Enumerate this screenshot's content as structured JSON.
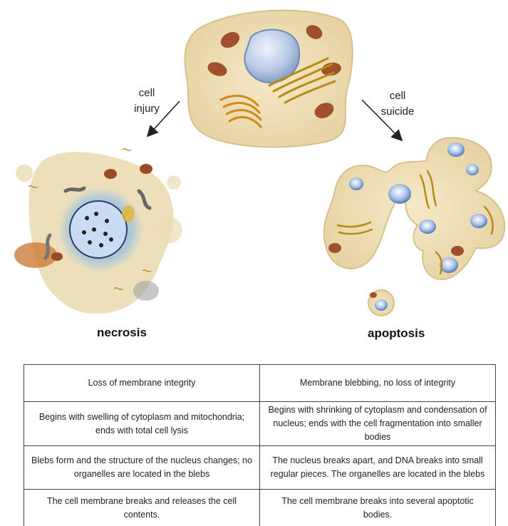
{
  "diagram": {
    "left_arrow_label": [
      "cell",
      "injury"
    ],
    "right_arrow_label": [
      "cell",
      "suicide"
    ],
    "left_caption": "necrosis",
    "right_caption": "apoptosis"
  },
  "comparison": {
    "rows": [
      {
        "necrosis": "Loss of membrane integrity",
        "apoptosis": "Membrane blebbing, no loss of integrity"
      },
      {
        "necrosis": "Begins with swelling of cytoplasm and mitochondria; ends with total cell lysis",
        "apoptosis": "Begins with shrinking of cytoplasm and condensation of nucleus; ends with the cell fragmentation into smaller bodies"
      },
      {
        "necrosis": "Blebs form and the structure of the nucleus changes; no organelles are located in the blebs",
        "apoptosis": "The nucleus breaks apart, and DNA breaks into small regular pieces. The organelles are located in the blebs"
      },
      {
        "necrosis": "The cell membrane breaks and releases the cell contents.",
        "apoptosis": "The cell membrane breaks into several apoptotic bodies."
      }
    ]
  }
}
